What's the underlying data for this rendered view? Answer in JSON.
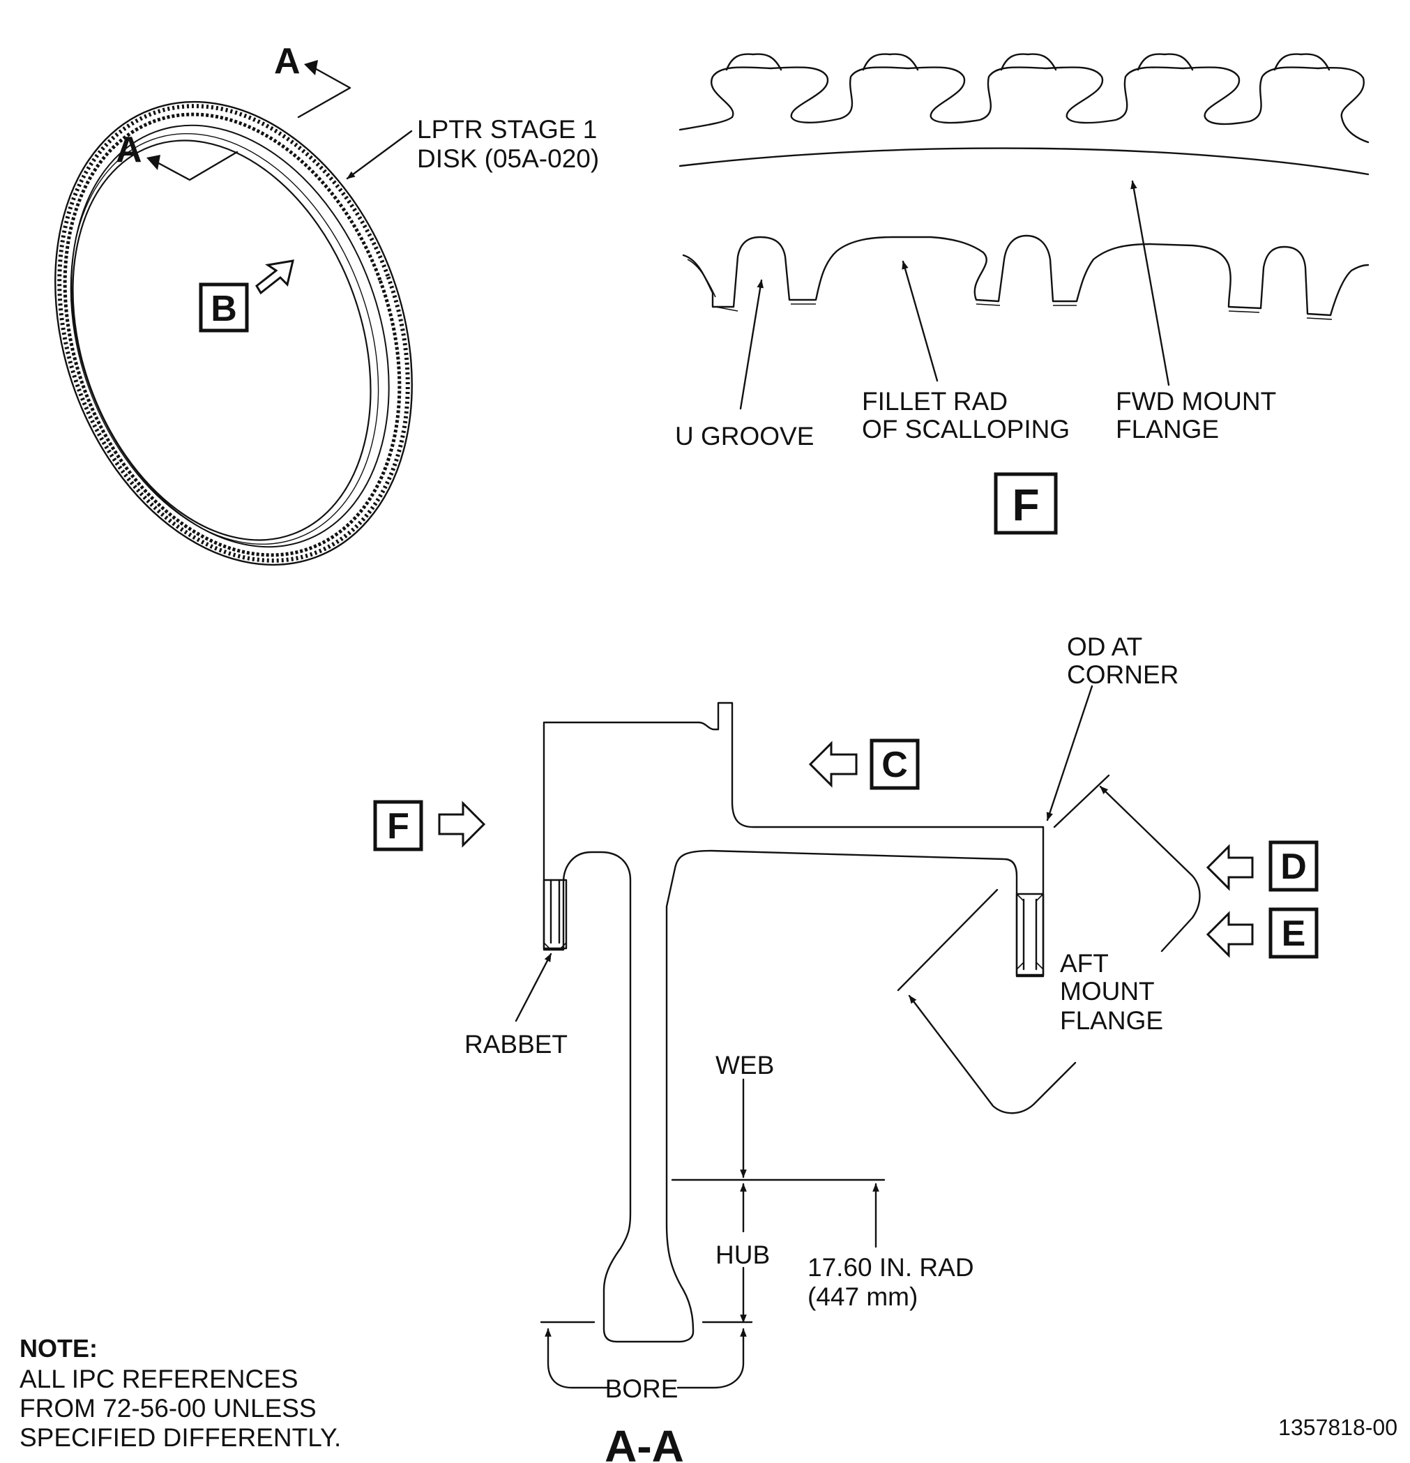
{
  "labels": {
    "lptr_line1": "LPTR STAGE 1",
    "lptr_line2": "DISK (05A-020)",
    "u_groove": "U GROOVE",
    "fillet_line1": "FILLET RAD",
    "fillet_line2": "OF SCALLOPING",
    "fwd_line1": "FWD MOUNT",
    "fwd_line2": "FLANGE",
    "od_line1": "OD AT",
    "od_line2": "CORNER",
    "aft_line1": "AFT",
    "aft_line2": "MOUNT",
    "aft_line3": "FLANGE",
    "rabbet": "RABBET",
    "web": "WEB",
    "hub": "HUB",
    "radius_line1": "17.60 IN. RAD",
    "radius_line2": "(447 mm)",
    "bore": "BORE",
    "section_title": "A-A"
  },
  "view_letters": {
    "section_a1": "A",
    "section_a2": "A",
    "b": "B",
    "f_detail": "F",
    "c": "C",
    "f_arrow": "F",
    "d": "D",
    "e": "E"
  },
  "note": {
    "heading": "NOTE:",
    "line1": "ALL IPC REFERENCES",
    "line2": "FROM 72-56-00 UNLESS",
    "line3": "SPECIFIED DIFFERENTLY."
  },
  "figure_id": "1357818-00"
}
